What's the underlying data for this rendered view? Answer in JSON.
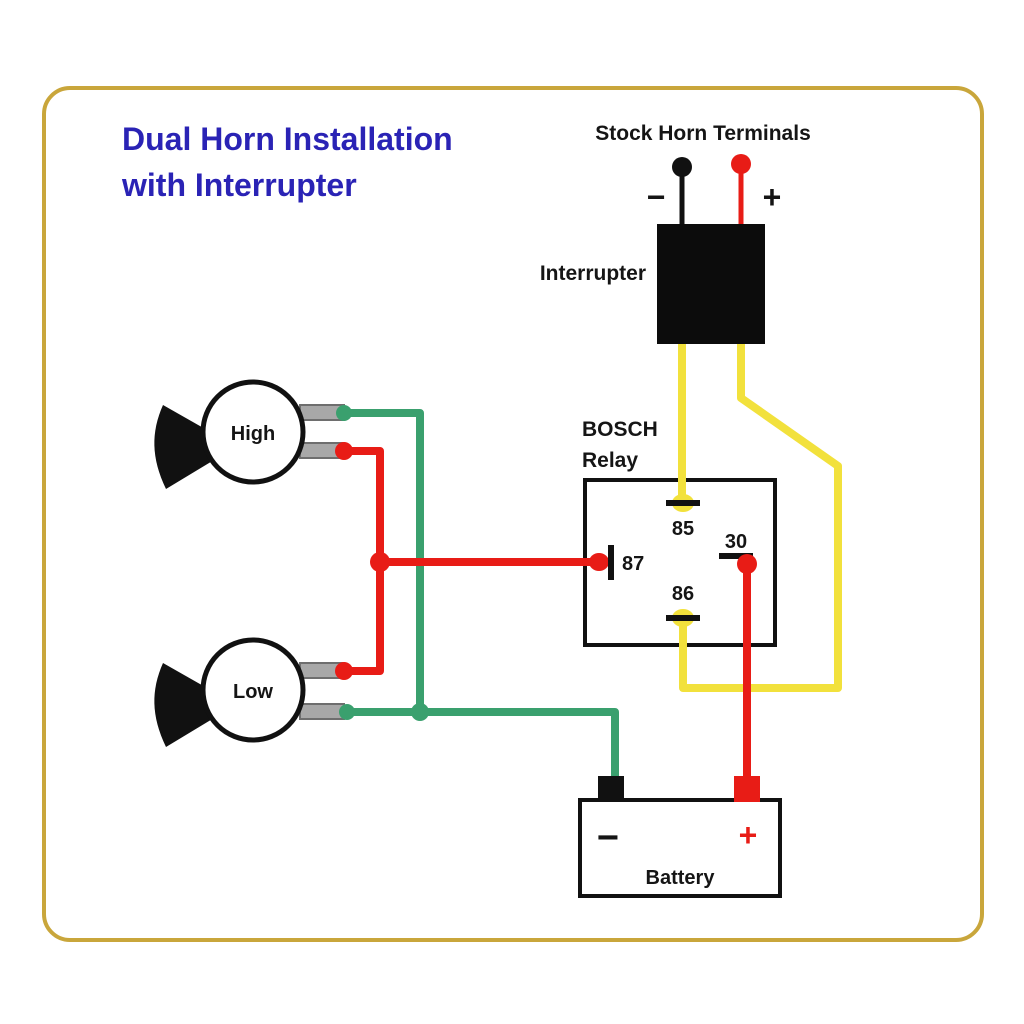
{
  "colors": {
    "frame_gold": "#c9a63b",
    "title_blue": "#2a23b5",
    "wire_red": "#e81c16",
    "wire_yellow": "#f2e13c",
    "wire_green": "#3aa06e",
    "terminal_black": "#111111"
  },
  "title": {
    "line1": "Dual Horn Installation",
    "line2": "with Interrupter"
  },
  "stock_horn": {
    "label": "Stock Horn Terminals",
    "minus": "−",
    "plus": "+"
  },
  "interrupter": {
    "label": "Interrupter"
  },
  "relay": {
    "name": "BOSCH",
    "type": "Relay",
    "terminals": {
      "t85": "85",
      "t86": "86",
      "t87": "87",
      "t30": "30"
    }
  },
  "horns": {
    "high": "High",
    "low": "Low"
  },
  "battery": {
    "label": "Battery",
    "minus": "−",
    "plus": "+"
  }
}
